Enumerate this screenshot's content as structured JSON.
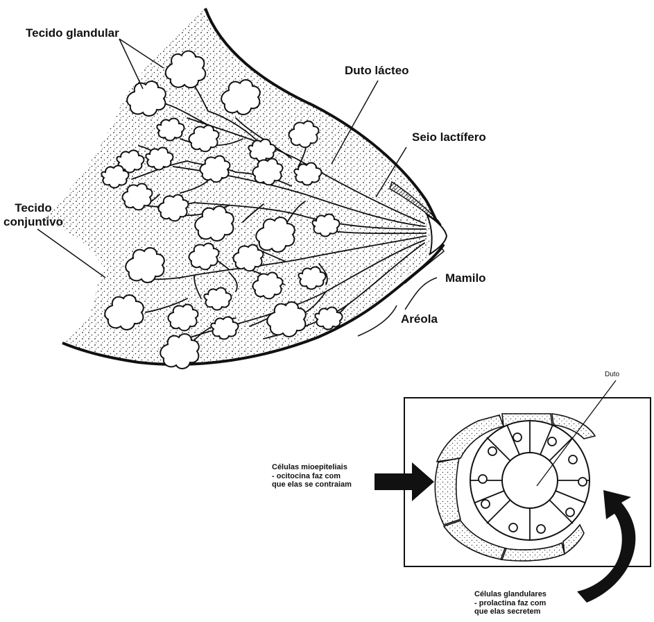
{
  "labels": {
    "tecido_glandular": "Tecido glandular",
    "duto_lacteo": "Duto lácteo",
    "seio_lactifero": "Seio lactífero",
    "tecido_conjuntivo": [
      "Tecido",
      "conjuntivo"
    ],
    "mamilo": "Mamilo",
    "areola": "Aréola",
    "duto": "Duto",
    "celulas_mioepiteliais": [
      "Células mioepiteliais",
      "- ocitocina faz com",
      "que elas se contraiam"
    ],
    "celulas_glandulares": [
      "Células glandulares",
      "- prolactina faz com",
      "que elas secretem"
    ]
  }
}
